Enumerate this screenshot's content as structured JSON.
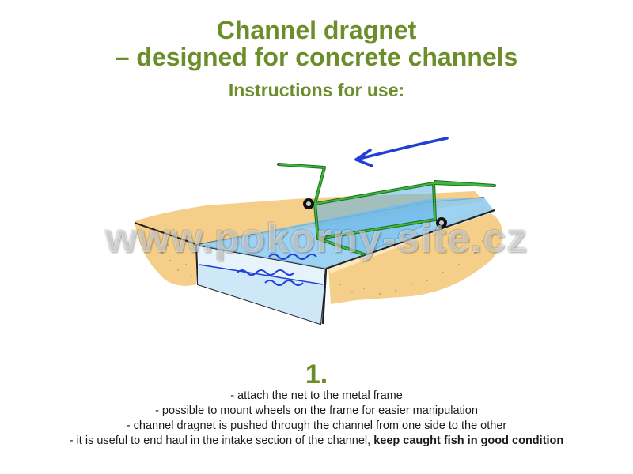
{
  "title": {
    "line1": "Channel dragnet",
    "line2": "– designed for concrete channels"
  },
  "subtitle": "Instructions for use:",
  "watermark": "www.pokorny-site.cz",
  "step": {
    "number": "1.",
    "lines": [
      "- attach the net to the metal frame",
      "- possible to mount wheels on the frame for easier manipulation",
      "- channel dragnet is pushed through the channel from one side to the other"
    ],
    "last_line_prefix": "- it is useful to end haul in the intake section of the channel, ",
    "last_line_bold": "keep caught fish in good condition"
  },
  "colors": {
    "accent_green": "#6b8e2a",
    "frame_green": "#2e8b2e",
    "arrow_blue": "#1f3fd6",
    "water_light": "#cfe8f7",
    "water_mid": "#8ccaf0",
    "sand": "#f5cf8a",
    "sand_light": "#fbe6bd"
  },
  "icons": {
    "direction_arrow": "arrow-left-icon",
    "wheel": "wheel-icon"
  }
}
